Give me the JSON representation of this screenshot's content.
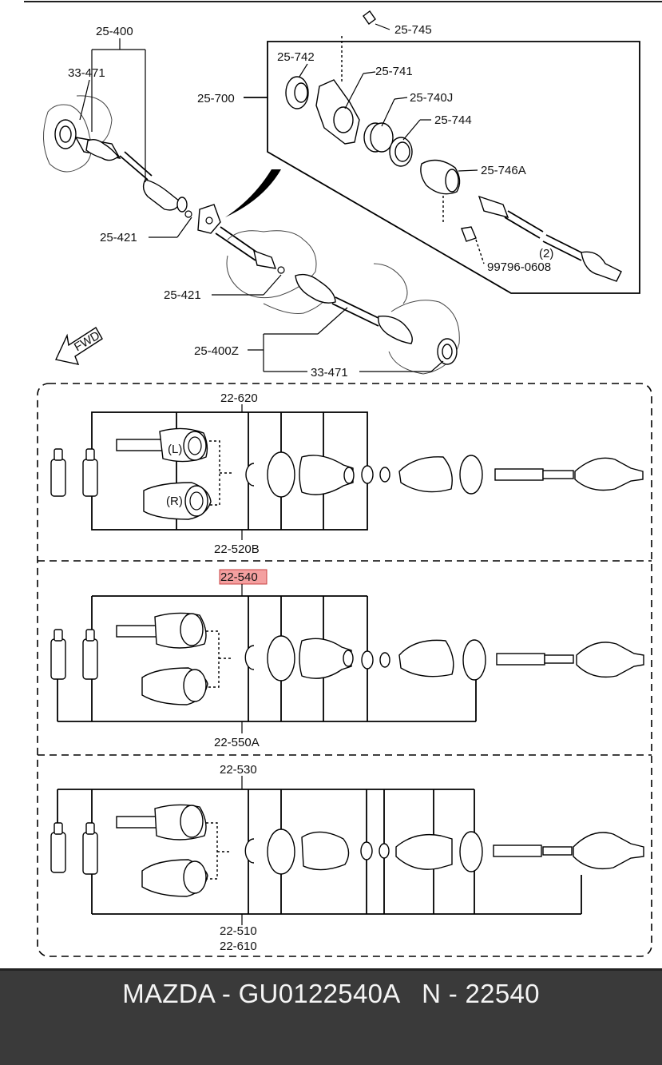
{
  "top_labels": {
    "l25400": "25-400",
    "l33471a": "33-471",
    "l25700": "25-700",
    "l25742": "25-742",
    "l25745": "25-745",
    "l25741": "25-741",
    "l25740j": "25-740J",
    "l25744": "25-744",
    "l25746a": "25-746A",
    "l99796": "99796-0608",
    "l2": "(2)",
    "l25421a": "25-421",
    "l25421b": "25-421",
    "l25400z": "25-400Z",
    "l33471b": "33-471",
    "fwd": "FWD"
  },
  "kits": {
    "top": "22-620",
    "top_bottom": "22-520B",
    "mid": "22-540",
    "mid_bottom": "22-550A",
    "bot": "22-530",
    "bot_bottom1": "22-510",
    "bot_bottom2": "22-610"
  },
  "joint_marks": {
    "left": "(L)",
    "right": "(R)"
  },
  "highlight_color": "#f08080",
  "footer": {
    "text": "MAZDA - GU0122540A   N - 22540"
  }
}
